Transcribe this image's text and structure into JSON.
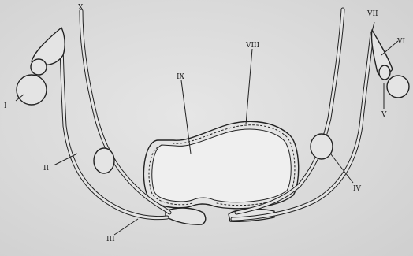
{
  "labels": {
    "i": "I",
    "ii": "II",
    "iii": "III",
    "iv": "IV",
    "v": "V",
    "vi": "VI",
    "vii": "VII",
    "viii": "VIII",
    "ix": "IX",
    "x": "X"
  },
  "colors": {
    "background": "#dadada",
    "ink": "#222222",
    "fill": "#e4e4e4"
  }
}
